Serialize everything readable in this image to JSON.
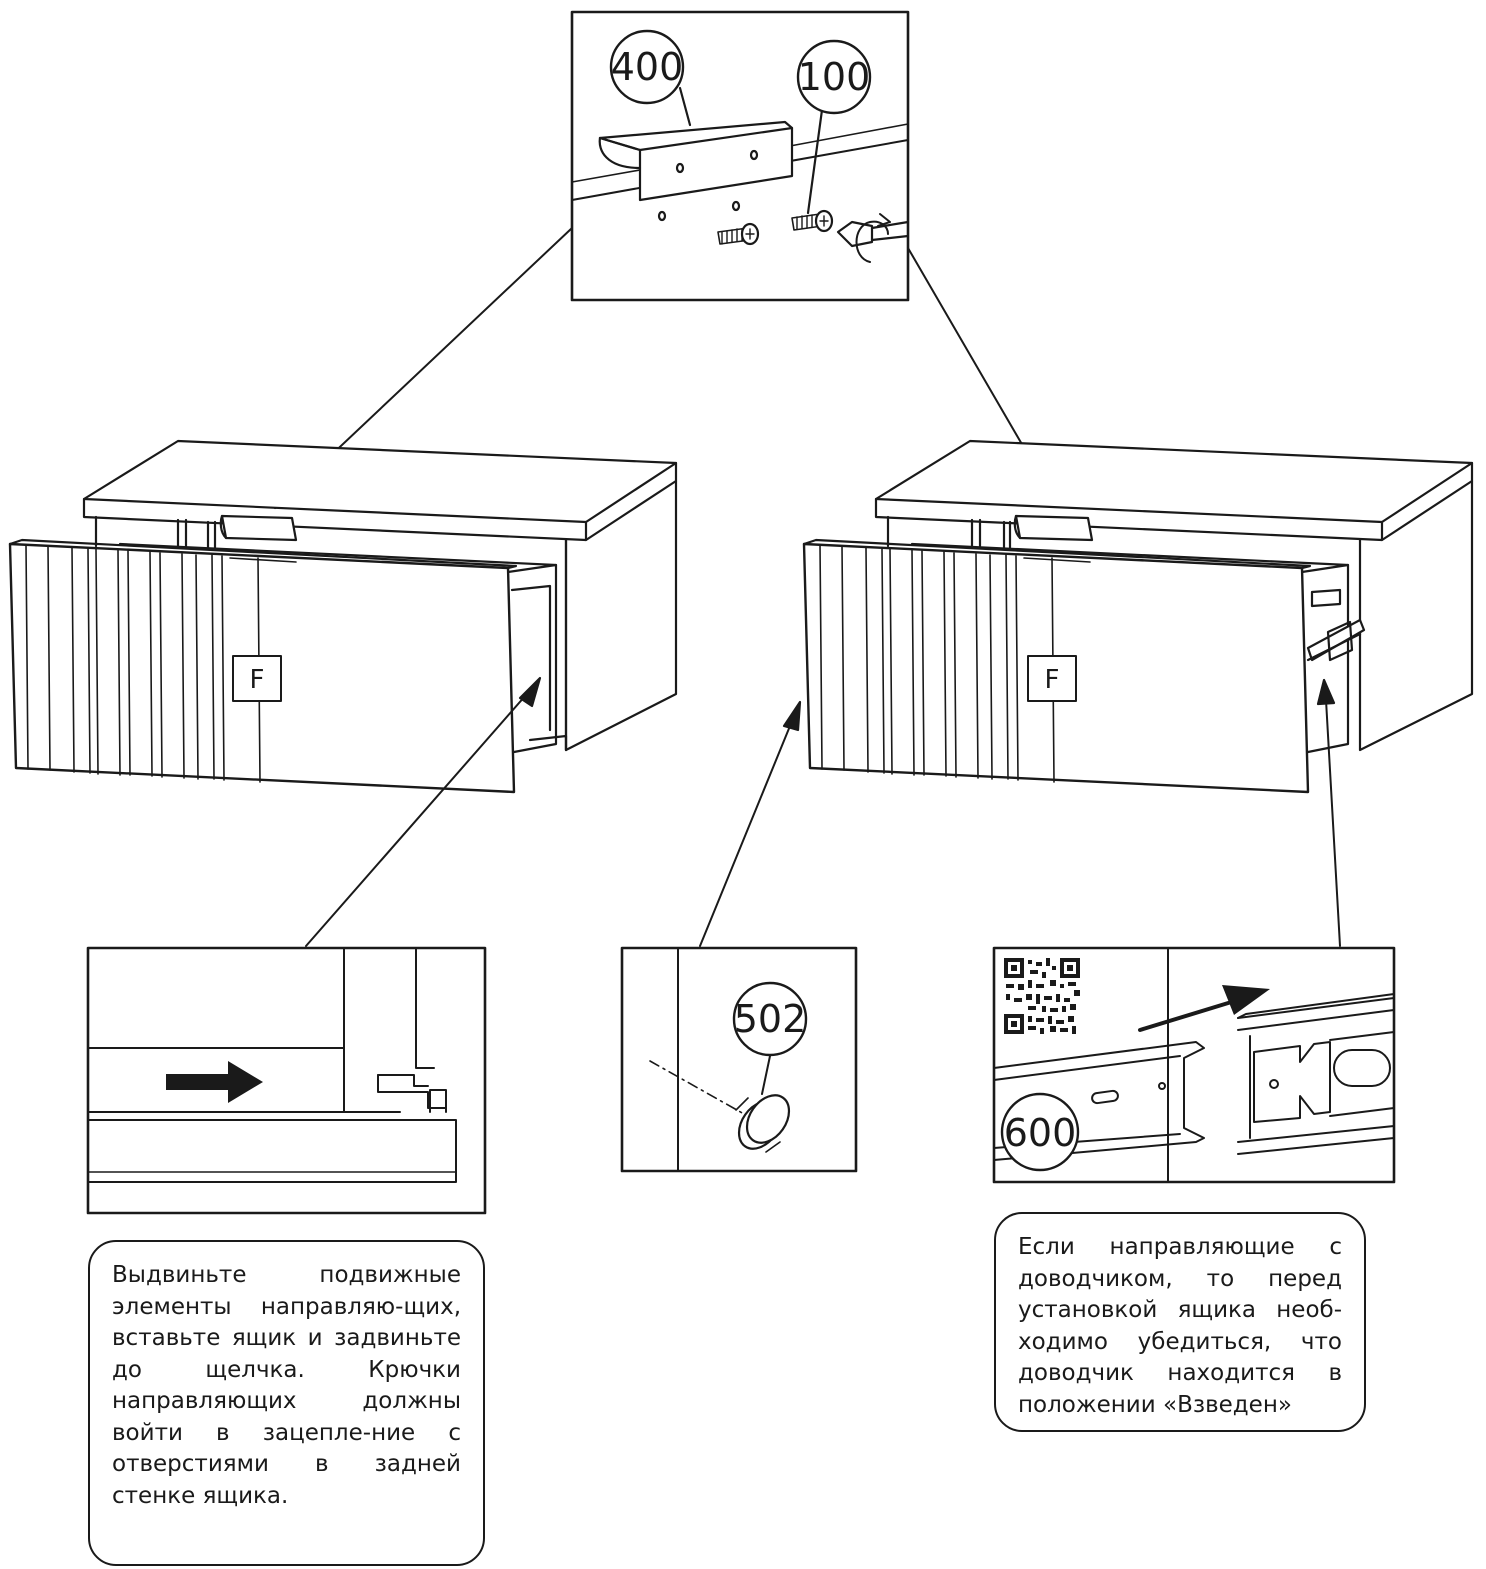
{
  "callouts": {
    "handle_part": "400",
    "screw_part": "100",
    "bumper_part": "502",
    "slide_part": "600"
  },
  "panel_label_left": "F",
  "panel_label_right": "F",
  "notes": {
    "left": "Выдвиньте подвижные элементы направляю-щих, вставьте ящик и задвиньте до щелчка. Крючки направляющих должны войти в зацепле-ние с отверстиями в задней стенке ящика.",
    "right": "Если направляющие с доводчиком, то перед установкой ящика необ-ходимо убедиться, что доводчик находится в положении «Взведен»"
  },
  "colors": {
    "line": "#1a1a1a",
    "background": "#ffffff"
  },
  "icons": [
    "screw-icon",
    "screwdriver-icon",
    "rotation-arrow-icon",
    "qr-code-icon",
    "push-arrow-icon"
  ]
}
